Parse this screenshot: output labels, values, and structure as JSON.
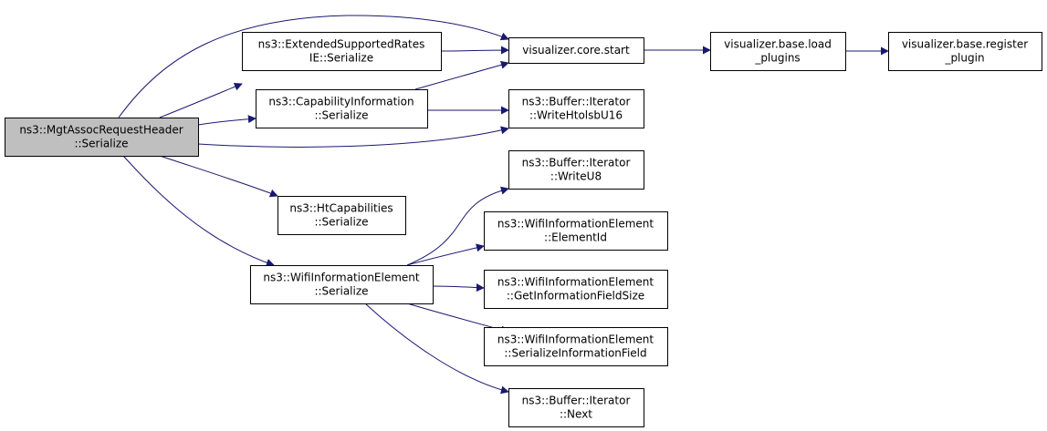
{
  "colors": {
    "edge": "#191970",
    "node_border": "#000000",
    "node_fill": "#ffffff",
    "root_fill": "#bfbfbf",
    "text": "#000000"
  },
  "nodes": [
    {
      "id": "root",
      "lines": [
        "ns3::MgtAssocRequestHeader",
        "::Serialize"
      ],
      "highlight": true
    },
    {
      "id": "extsup",
      "lines": [
        "ns3::ExtendedSupportedRates",
        "IE::Serialize"
      ]
    },
    {
      "id": "capinfo",
      "lines": [
        "ns3::CapabilityInformation",
        "::Serialize"
      ]
    },
    {
      "id": "htcap",
      "lines": [
        "ns3::HtCapabilities",
        "::Serialize"
      ]
    },
    {
      "id": "wifiser",
      "lines": [
        "ns3::WifiInformationElement",
        "::Serialize"
      ]
    },
    {
      "id": "vcstart",
      "lines": [
        "visualizer.core.start"
      ]
    },
    {
      "id": "writehtol",
      "lines": [
        "ns3::Buffer::Iterator",
        "::WriteHtolsbU16"
      ]
    },
    {
      "id": "writeu8",
      "lines": [
        "ns3::Buffer::Iterator",
        "::WriteU8"
      ]
    },
    {
      "id": "elemid",
      "lines": [
        "ns3::WifiInformationElement",
        "::ElementId"
      ]
    },
    {
      "id": "getinfo",
      "lines": [
        "ns3::WifiInformationElement",
        "::GetInformationFieldSize"
      ]
    },
    {
      "id": "serinfo",
      "lines": [
        "ns3::WifiInformationElement",
        "::SerializeInformationField"
      ]
    },
    {
      "id": "next",
      "lines": [
        "ns3::Buffer::Iterator",
        "::Next"
      ]
    },
    {
      "id": "loadplug",
      "lines": [
        "visualizer.base.load",
        "_plugins"
      ]
    },
    {
      "id": "regplug",
      "lines": [
        "visualizer.base.register",
        "_plugin"
      ]
    }
  ],
  "edges": [
    [
      "root",
      "vcstart"
    ],
    [
      "root",
      "extsup"
    ],
    [
      "root",
      "capinfo"
    ],
    [
      "root",
      "writehtol"
    ],
    [
      "root",
      "htcap"
    ],
    [
      "root",
      "wifiser"
    ],
    [
      "extsup",
      "vcstart"
    ],
    [
      "capinfo",
      "vcstart"
    ],
    [
      "capinfo",
      "writehtol"
    ],
    [
      "vcstart",
      "loadplug"
    ],
    [
      "loadplug",
      "regplug"
    ],
    [
      "wifiser",
      "writeu8"
    ],
    [
      "wifiser",
      "elemid"
    ],
    [
      "wifiser",
      "getinfo"
    ],
    [
      "wifiser",
      "serinfo"
    ],
    [
      "wifiser",
      "next"
    ]
  ]
}
